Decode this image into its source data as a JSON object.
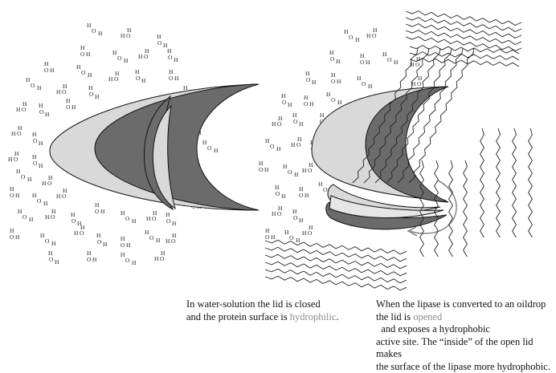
{
  "caption_left": {
    "line1": "In water-solution the lid is closed",
    "line2_prefix": "and the protein surface is ",
    "line2_highlight": "hydrophilic",
    "line2_suffix": "."
  },
  "caption_right": {
    "line1": "When the lipase is converted to an oildrop",
    "line2_prefix": "the lid is ",
    "line2_highlight": "opened",
    "line2_suffix": "  and exposes a hydrophobic",
    "line3": "active site. The “inside” of the open lid makes",
    "line4": "the surface of the lipase more hydrophobic."
  },
  "molecule_labels": {
    "hydrogen": "H",
    "oxygen": "O"
  },
  "colors": {
    "protein_light": "#d9d9d9",
    "protein_dark": "#6b6b6b",
    "outline": "#111111",
    "highlight_text": "#8c8c8c",
    "arrow": "#8a8a8a"
  }
}
